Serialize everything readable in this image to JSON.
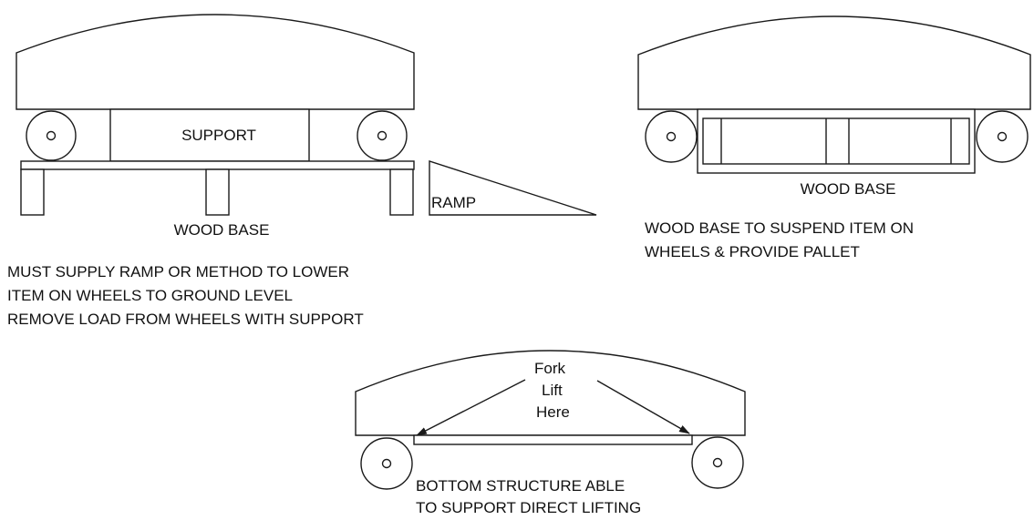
{
  "colors": {
    "line": "#1a1a1a",
    "text": "#111111",
    "background": "#ffffff"
  },
  "diagram1": {
    "support_label": "SUPPORT",
    "ramp_label": "RAMP",
    "base_label": "WOOD BASE",
    "note_lines": [
      "MUST SUPPLY RAMP OR METHOD TO LOWER",
      "ITEM ON WHEELS TO GROUND LEVEL",
      "REMOVE LOAD FROM WHEELS WITH SUPPORT"
    ]
  },
  "diagram2": {
    "base_label": "WOOD BASE",
    "note_lines": [
      "WOOD BASE TO SUSPEND ITEM ON",
      "WHEELS & PROVIDE PALLET"
    ]
  },
  "diagram3": {
    "fork_lines": [
      "Fork",
      "Lift",
      "Here"
    ],
    "note_lines": [
      "BOTTOM STRUCTURE ABLE",
      "TO SUPPORT DIRECT LIFTING"
    ]
  }
}
